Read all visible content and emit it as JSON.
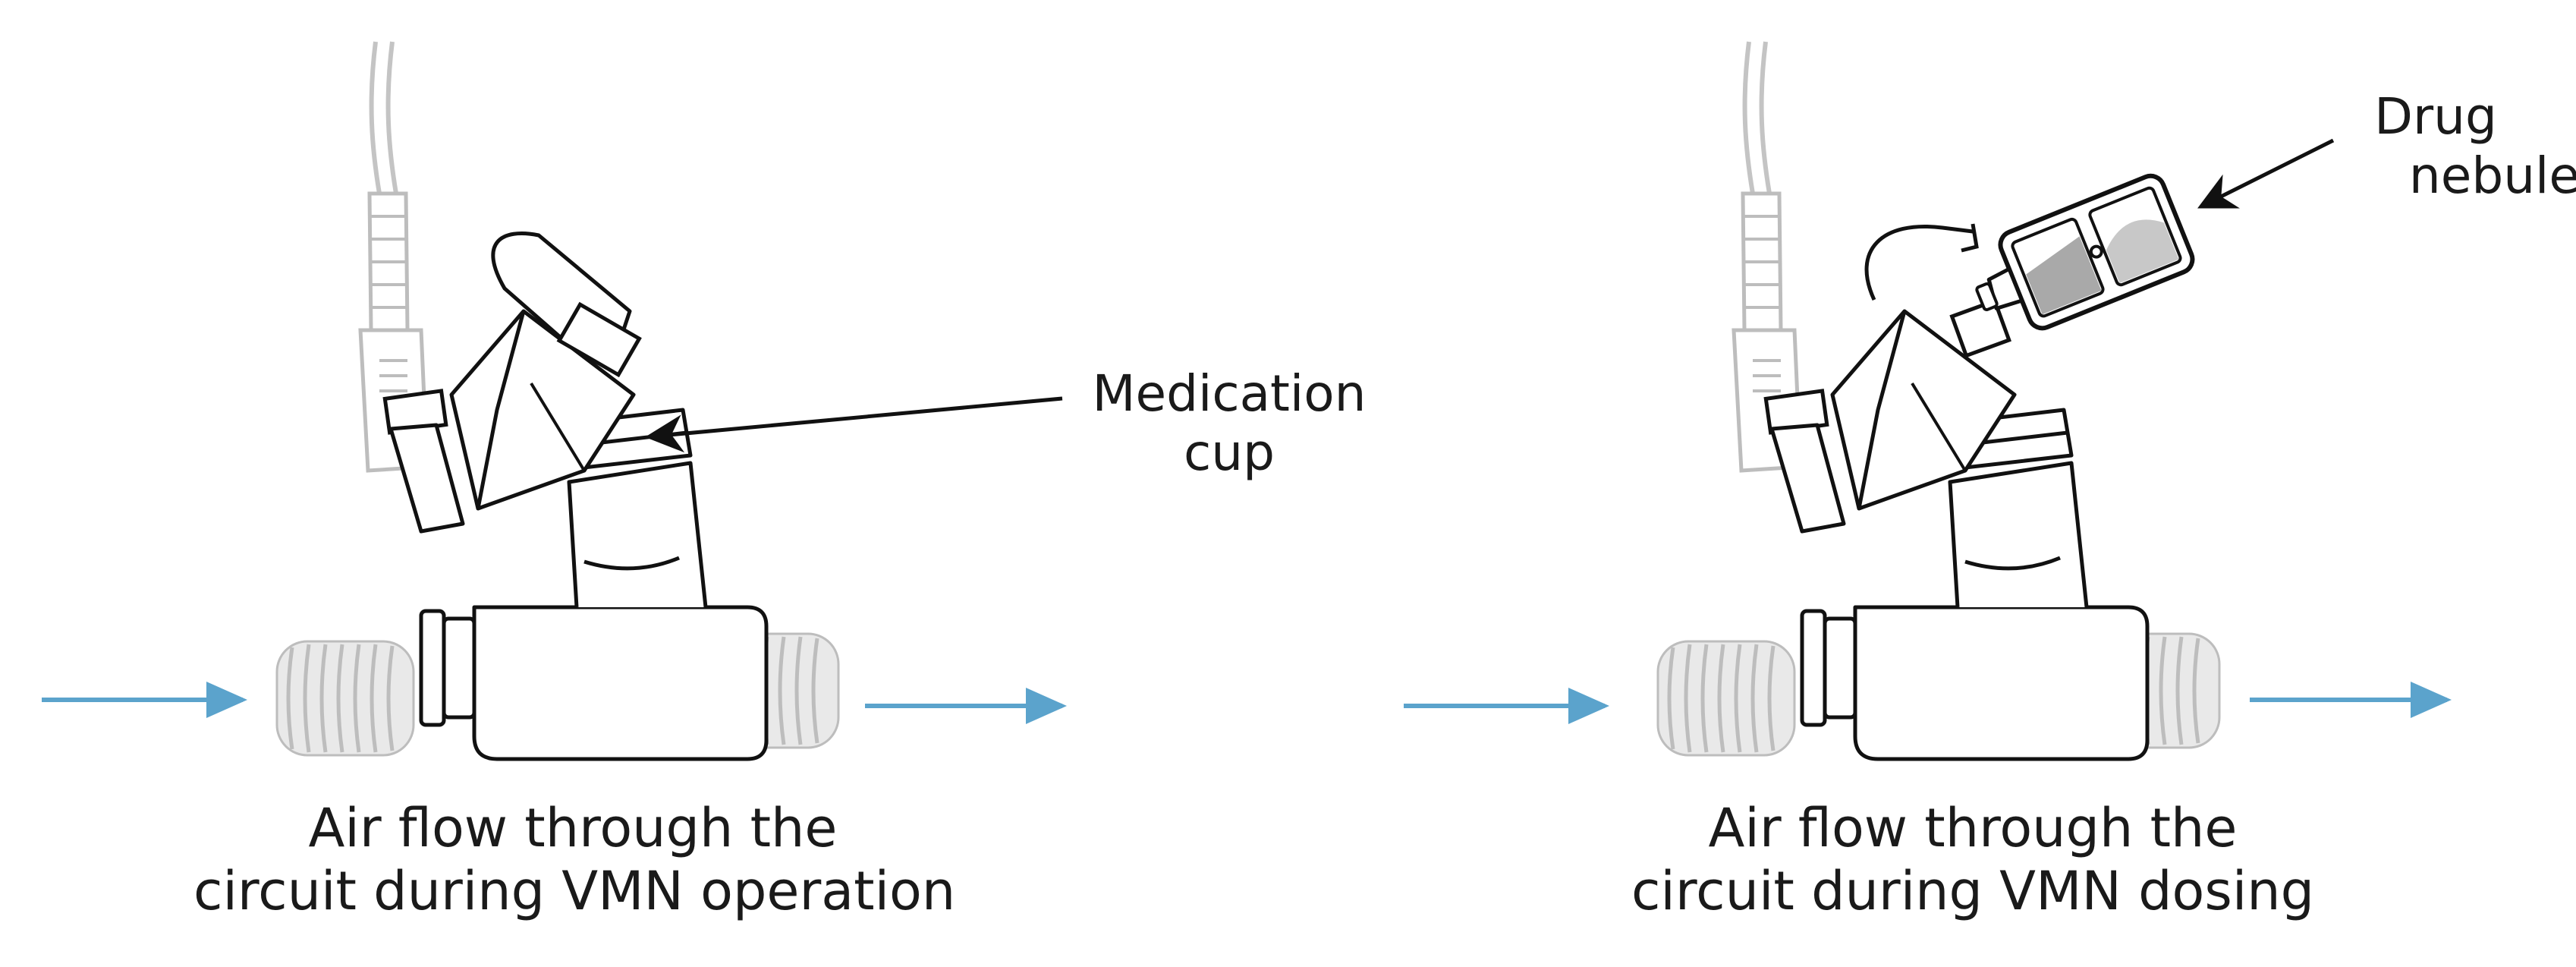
{
  "panels": [
    {
      "caption": [
        "Air flow through the",
        "circuit during VMN operation"
      ],
      "callout": [
        "Medication",
        "cup"
      ]
    },
    {
      "caption": [
        "Air flow through the",
        "circuit during VMN dosing"
      ],
      "callout": [
        "Drug",
        "nebule"
      ]
    }
  ],
  "colors": {
    "arrow_blue": "#5ba3cc",
    "outline": "#111111",
    "cable_gray": "#bdbdbd",
    "tube_gray": "#e3e3e3",
    "liquid_gray": "#a9a9a9"
  }
}
